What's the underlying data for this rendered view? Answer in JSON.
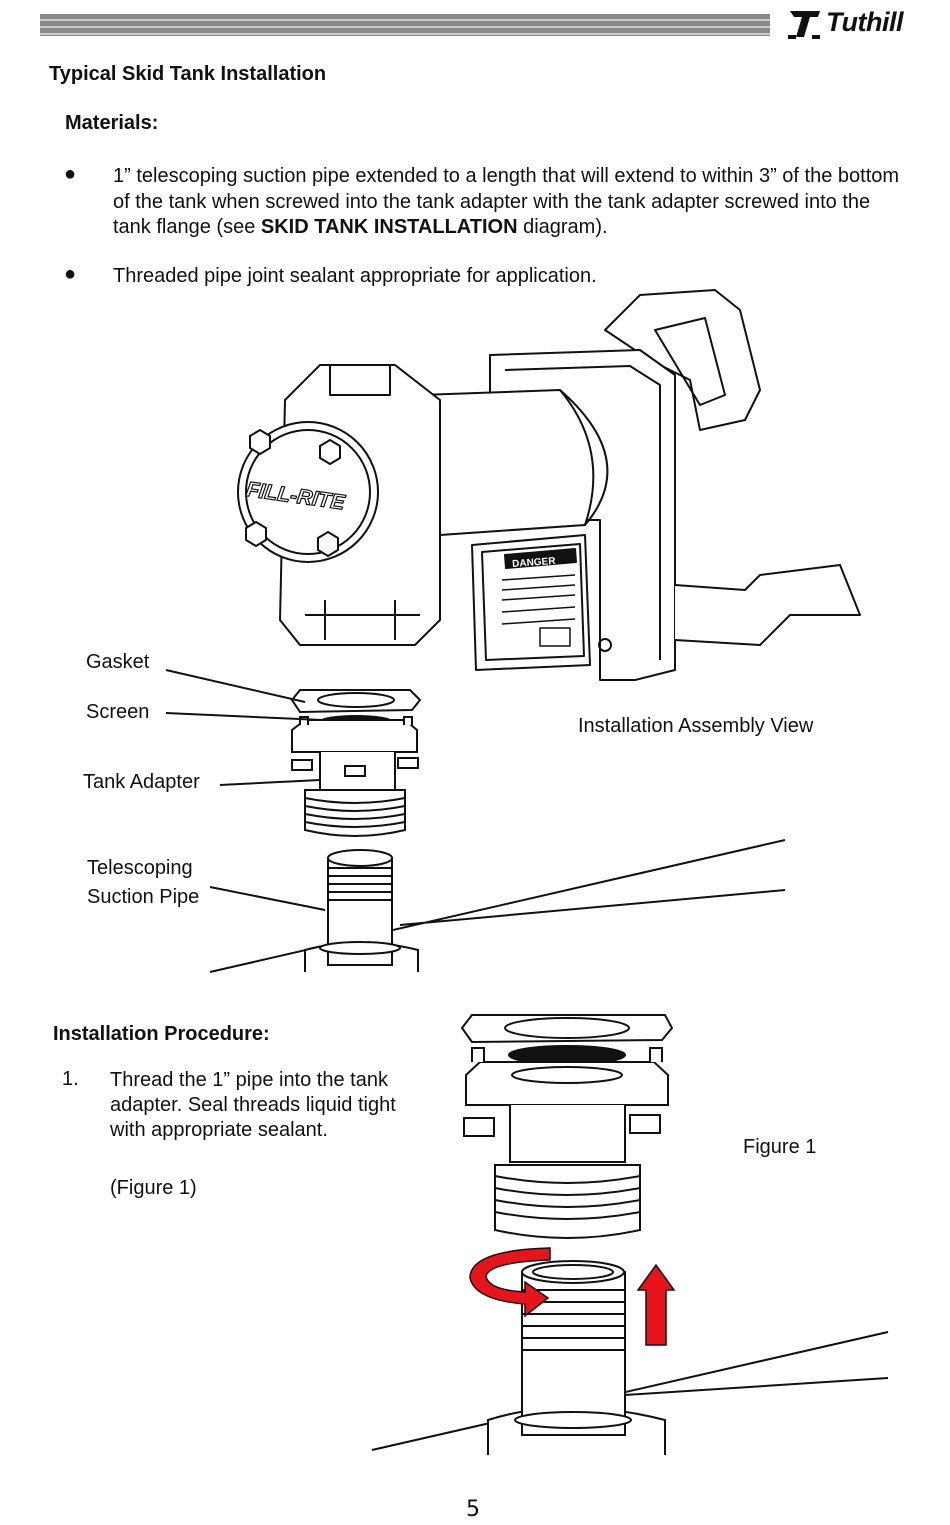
{
  "header": {
    "brand": "Tuthill"
  },
  "section_title": "Typical Skid Tank Installation",
  "materials": {
    "heading": "Materials:",
    "items": [
      {
        "text_before": "1” telescoping suction pipe extended to a length that will extend to within 3” of the bottom of the tank when screwed into the tank adapter with the tank adapter screwed into the tank flange (see ",
        "bold": "SKID TANK INSTALLATION",
        "text_after": " diagram)."
      },
      {
        "text": "Threaded pipe joint sealant appropriate for application."
      }
    ]
  },
  "diagram1": {
    "pump_brand": "FILL-RITE",
    "danger_label": "DANGER",
    "caption": "Installation Assembly View",
    "callouts": {
      "gasket": "Gasket",
      "screen": "Screen",
      "tank_adapter": "Tank Adapter",
      "pipe_line1": "Telescoping",
      "pipe_line2": "Suction Pipe"
    }
  },
  "procedure": {
    "heading": "Installation Procedure:",
    "steps": [
      {
        "number": "1.",
        "text": "Thread the 1” pipe into the tank adapter.  Seal threads liquid tight with appropriate sealant.",
        "ref": "(Figure 1)"
      }
    ]
  },
  "figure1": {
    "caption": "Figure 1",
    "arrow_color": "#e8141b"
  },
  "page_number": "5"
}
